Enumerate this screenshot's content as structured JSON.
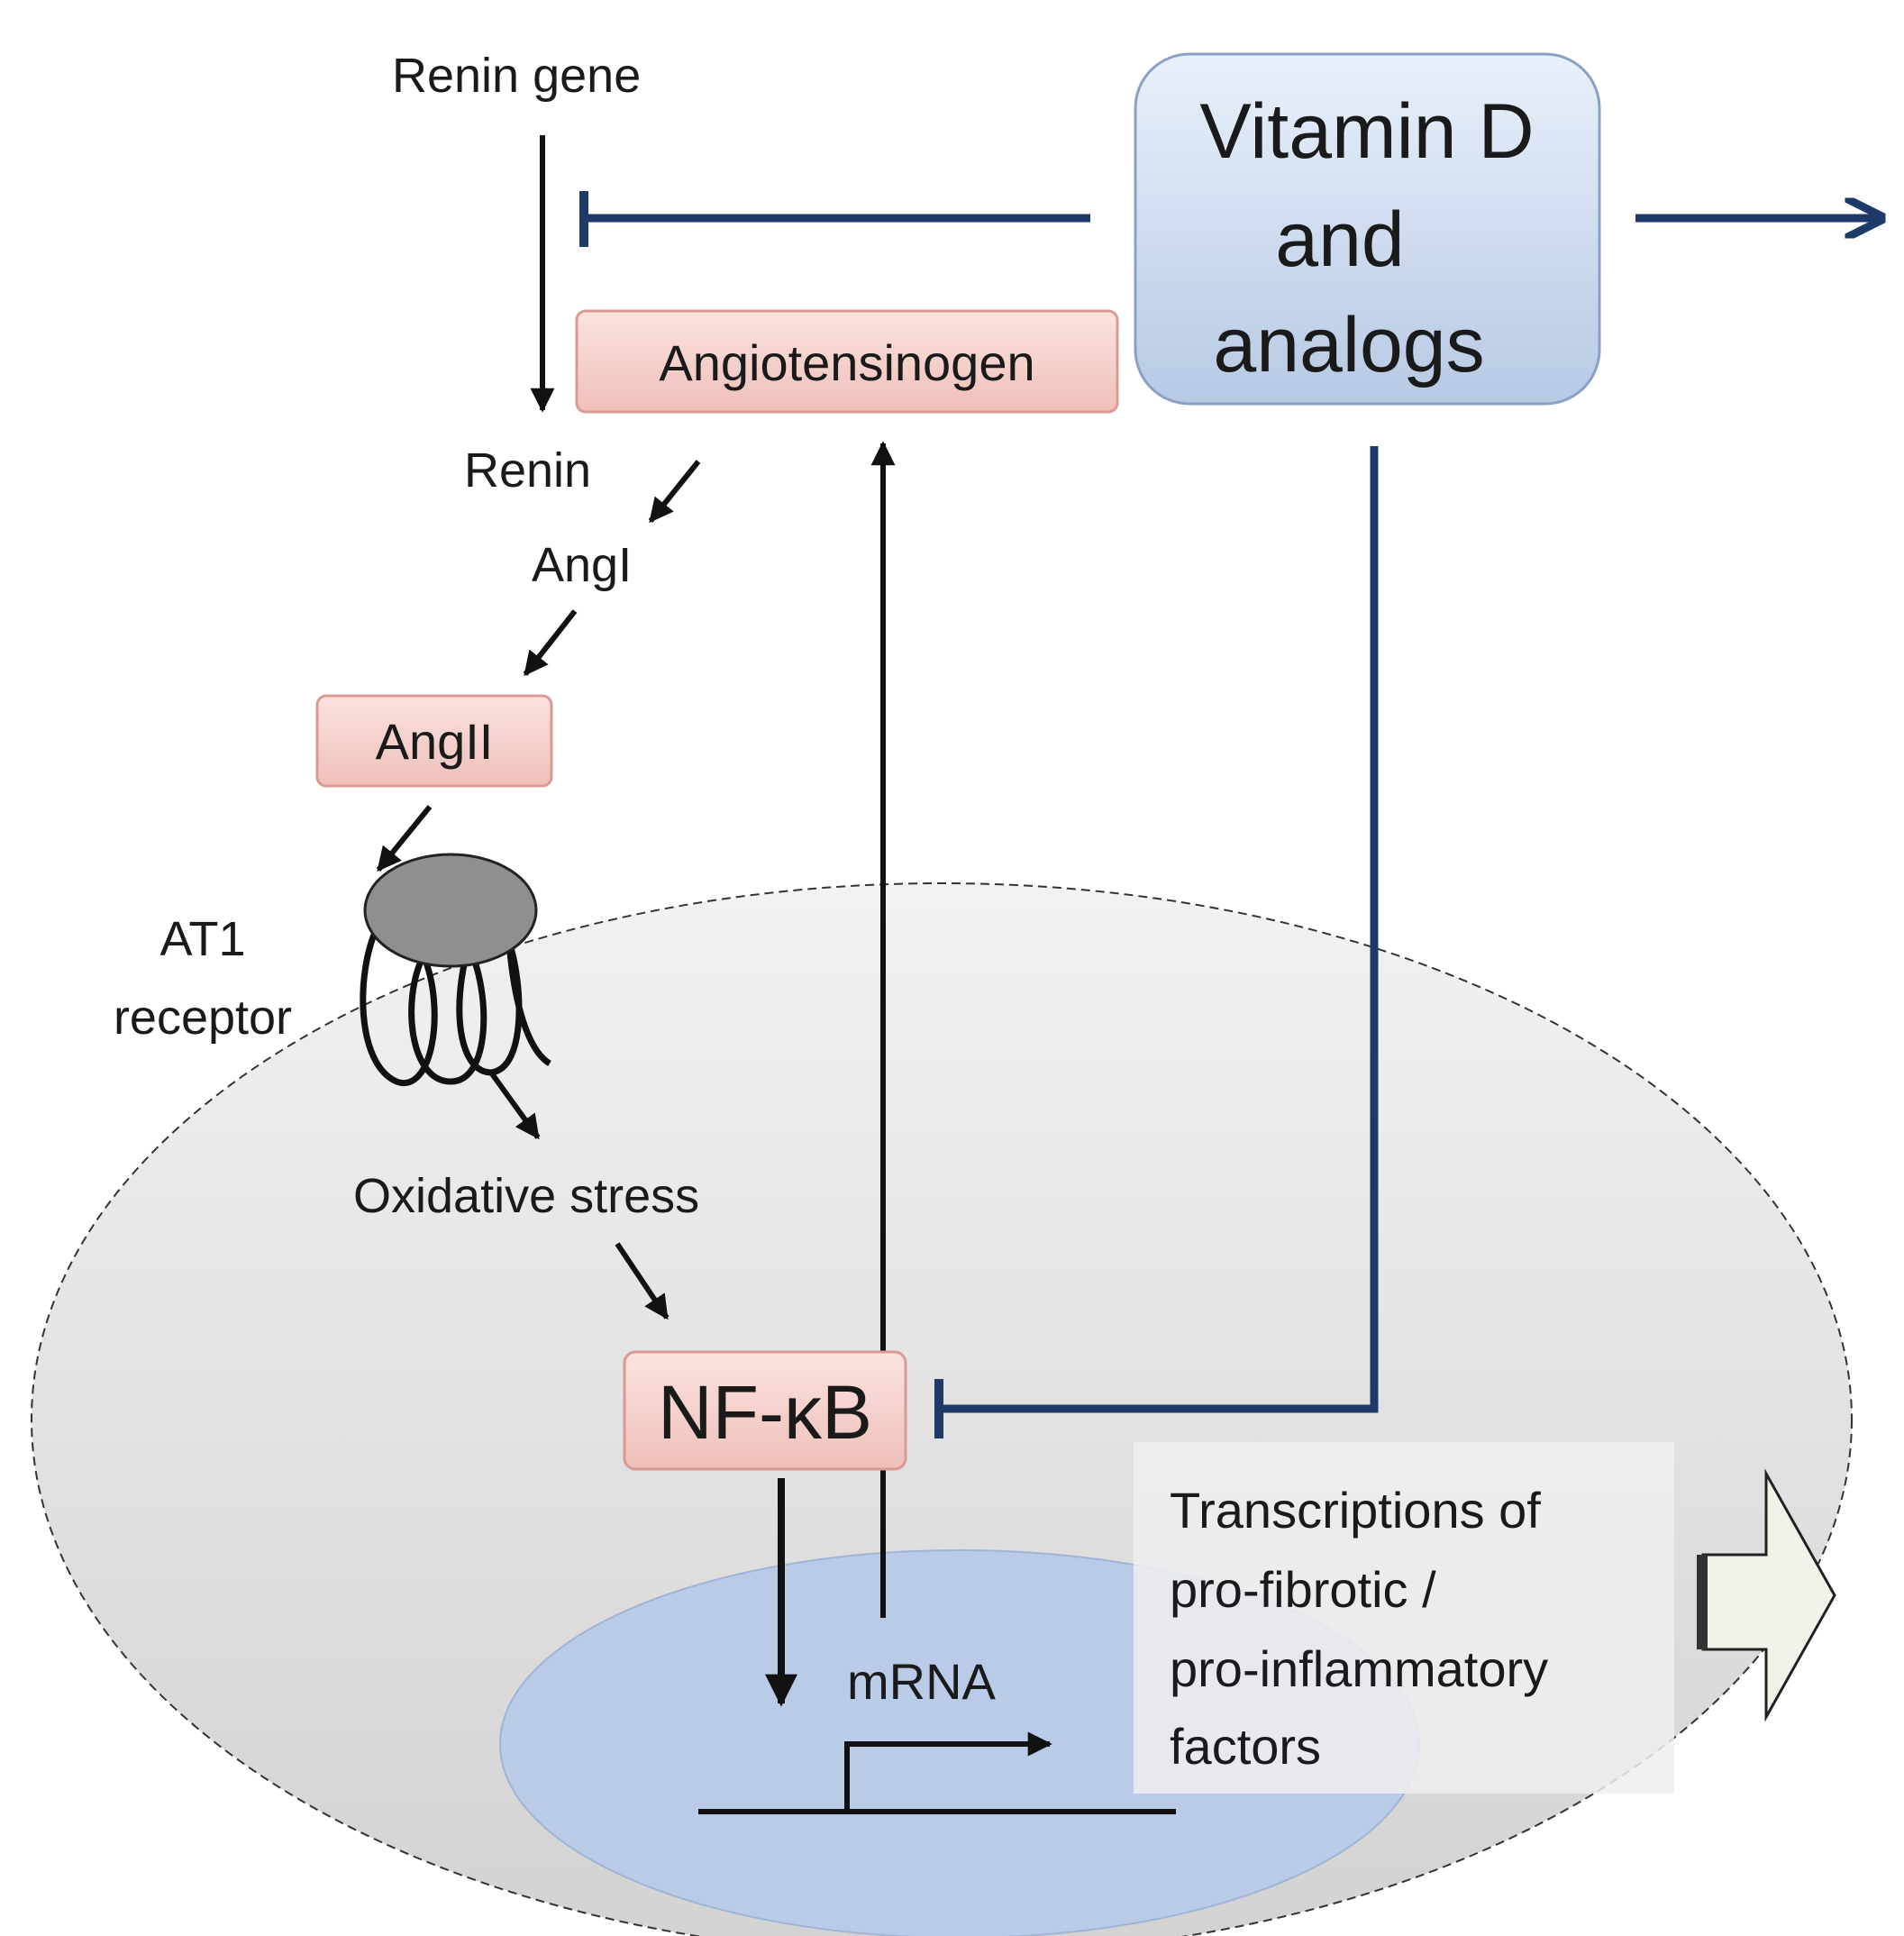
{
  "labels": {
    "renin_gene": "Renin gene",
    "renin": "Renin",
    "ang1": "AngI",
    "ang2": "AngII",
    "at1_line1": "AT1",
    "at1_line2": "receptor",
    "oxidative_stress": "Oxidative stress",
    "nfkb": "NF-κB",
    "mrna": "mRNA",
    "angiotensinogen": "Angiotensinogen"
  },
  "vitamin_d": {
    "line1": "Vitamin D",
    "line2": "and",
    "line3": "analogs"
  },
  "transcription": {
    "line1": "Transcriptions of",
    "line2": "pro-fibrotic /",
    "line3": "pro-inflammatory",
    "line4": "factors"
  },
  "colors": {
    "pink_box_fill": "#f7d4d0",
    "pink_box_stroke": "#d99a93",
    "vitd_fill": "#ccdaee",
    "vitd_stroke": "#8aa0c4",
    "inhibit_line": "#1e3a68",
    "cell_fill": "#e4e4e4",
    "nucleus_fill": "#b9cbe6",
    "receptor_cap": "#8f8f8f",
    "text": "#1a1a1a"
  }
}
